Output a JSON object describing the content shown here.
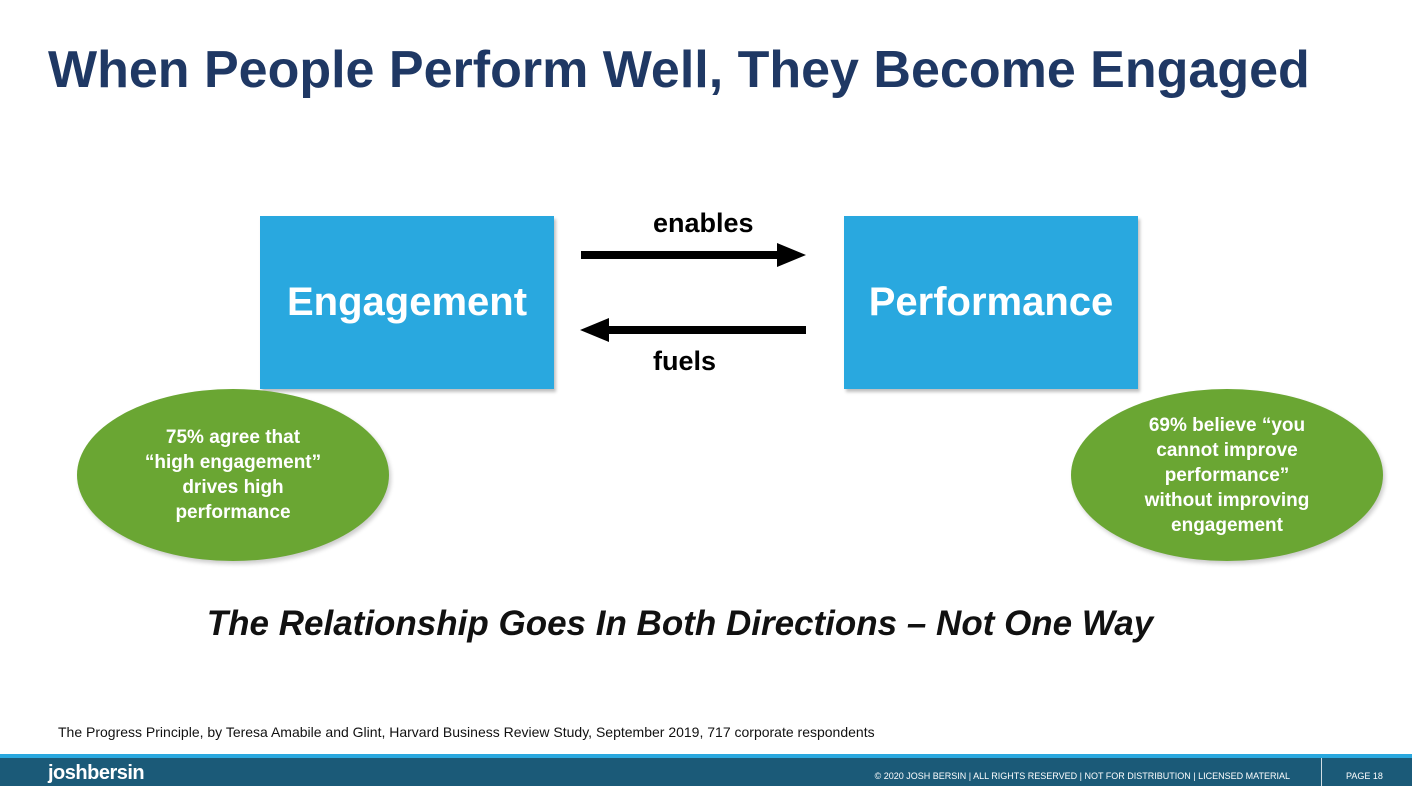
{
  "title": "When People Perform Well, They Become Engaged",
  "diagram": {
    "left_box": "Engagement",
    "right_box": "Performance",
    "top_arrow_label": "enables",
    "bottom_arrow_label": "fuels",
    "left_note": "75% agree that\n“high engagement”\ndrives high\nperformance",
    "right_note": "69% believe “you\ncannot improve\nperformance”\nwithout improving\nengagement"
  },
  "tagline": "The Relationship Goes In Both Directions – Not One Way",
  "source": "The Progress Principle, by Teresa Amabile and Glint, Harvard Business Review Study, September 2019, 717 corporate respondents",
  "footer": {
    "logo": "joshbersin",
    "copyright": "© 2020 JOSH BERSIN | ALL RIGHTS RESERVED | NOT FOR DISTRIBUTION | LICENSED MATERIAL",
    "page": "PAGE 18"
  },
  "colors": {
    "title": "#1f3864",
    "box": "#29a8df",
    "ellipse": "#6aa633",
    "footer": "#1b5a78"
  }
}
